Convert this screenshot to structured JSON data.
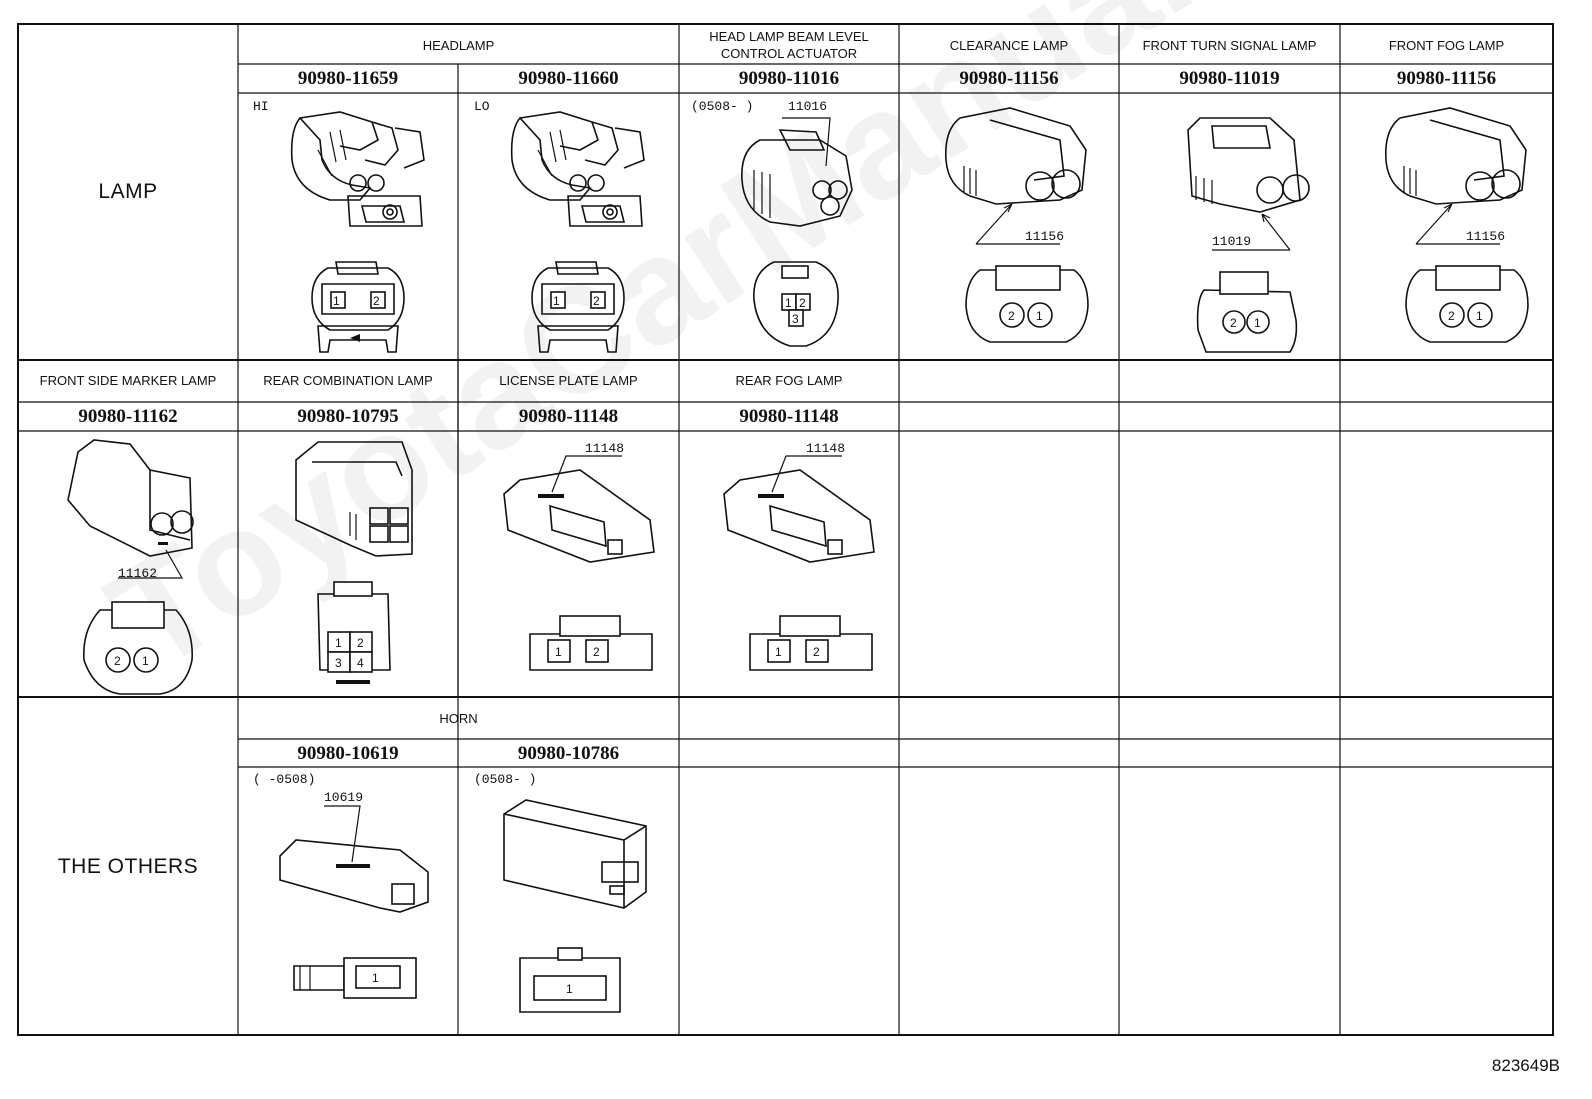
{
  "sections": {
    "lamp": "LAMP",
    "others": "THE OTHERS"
  },
  "row1": {
    "headers": {
      "headlamp": "HEADLAMP",
      "beam_level_line1": "HEAD LAMP BEAM LEVEL",
      "beam_level_line2": "CONTROL ACTUATOR",
      "clearance": "CLEARANCE LAMP",
      "front_turn": "FRONT TURN SIGNAL LAMP",
      "front_fog": "FRONT FOG LAMP"
    },
    "part_numbers": [
      "90980-11659",
      "90980-11660",
      "90980-11016",
      "90980-11156",
      "90980-11019",
      "90980-11156"
    ],
    "notes": {
      "hi": "HI",
      "lo": "LO",
      "beam_date": "(0508-     )"
    },
    "callouts": [
      "11016",
      "11156",
      "11019",
      "11156"
    ],
    "pins": {
      "hi": [
        "1",
        "2"
      ],
      "lo": [
        "1",
        "2"
      ],
      "beam": [
        "1",
        "2",
        "3"
      ],
      "clearance": [
        "2",
        "1"
      ],
      "turn": [
        "2",
        "1"
      ],
      "fog": [
        "2",
        "1"
      ]
    }
  },
  "row2": {
    "headers": {
      "front_side_marker": "FRONT SIDE MARKER LAMP",
      "rear_combination": "REAR COMBINATION LAMP",
      "license_plate": "LICENSE PLATE LAMP",
      "rear_fog": "REAR FOG LAMP"
    },
    "part_numbers": [
      "90980-11162",
      "90980-10795",
      "90980-11148",
      "90980-11148"
    ],
    "callouts": [
      "11162",
      "11148",
      "11148"
    ],
    "pins": {
      "marker": [
        "2",
        "1"
      ],
      "rear_comb": [
        "1",
        "2",
        "3",
        "4"
      ],
      "license": [
        "1",
        "2"
      ],
      "rear_fog": [
        "1",
        "2"
      ]
    }
  },
  "row3": {
    "headers": {
      "horn": "HORN"
    },
    "part_numbers": [
      "90980-10619",
      "90980-10786"
    ],
    "notes": {
      "horn1_date": "(     -0508)",
      "horn2_date": "(0508-     )"
    },
    "callouts": [
      "10619"
    ],
    "pins": {
      "horn1": [
        "1"
      ],
      "horn2": [
        "1"
      ]
    }
  },
  "doc_id": "823649B",
  "watermark": "ToyotaCarManuals"
}
